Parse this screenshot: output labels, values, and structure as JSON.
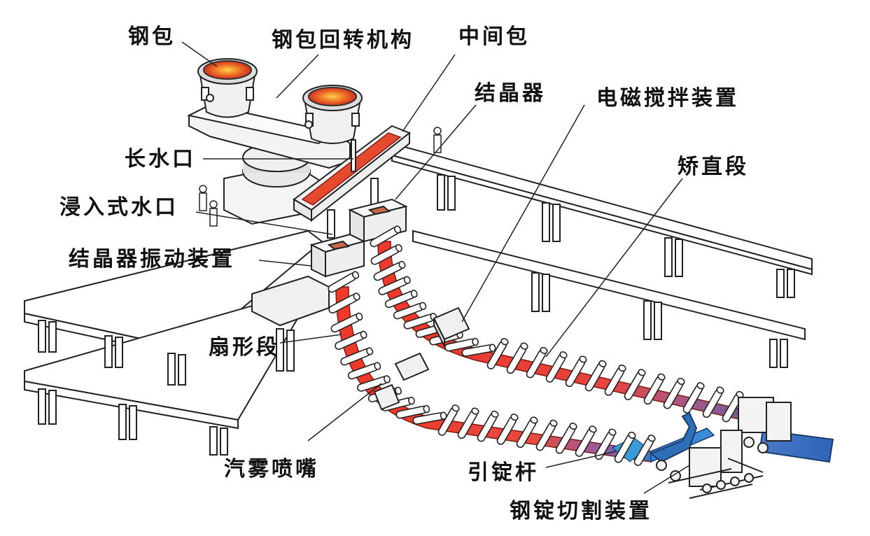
{
  "labels": {
    "ladle": "钢包",
    "ladle_turret": "钢包回转机构",
    "tundish": "中间包",
    "mold": "结晶器",
    "em_stirrer": "电磁搅拌装置",
    "long_nozzle": "长水口",
    "straightener": "矫直段",
    "sen": "浸入式水口",
    "mold_oscillator": "结晶器振动装置",
    "segment": "扇形段",
    "spray_nozzle": "汽雾喷嘴",
    "dummy_bar": "引锭杆",
    "cutter": "钢锭切割装置"
  },
  "colors": {
    "steel_hot": "#e8332a",
    "steel_glow": "#f28a3a",
    "steel_cool": "#3a78c8",
    "outline": "#222222",
    "equipment": "#f2f2f2"
  }
}
